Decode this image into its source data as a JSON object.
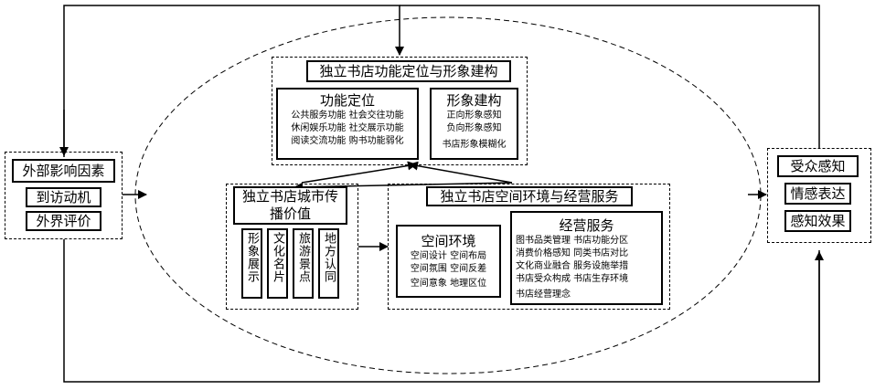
{
  "top": {
    "title": "独立书店功能定位与形象建构",
    "function_positioning": {
      "title": "功能定位",
      "lines": [
        "公共服务功能  社会交往功能",
        "休闲娱乐功能  社交展示功能",
        "阅读交流功能  购书功能弱化"
      ]
    },
    "image_construction": {
      "title": "形象建构",
      "lines": [
        "正向形象感知",
        "负向形象感知"
      ],
      "last_line": "书店形象模糊化"
    }
  },
  "city_value": {
    "title": "独立书店城市传播价值",
    "items": [
      "形象展示",
      "文化名片",
      "旅游景点",
      "地方认同"
    ]
  },
  "space_service": {
    "title": "独立书店空间环境与经营服务",
    "space": {
      "title": "空间环境",
      "lines": [
        "空间设计  空间布局",
        "空间氛围  空间反差",
        "空间意象  地理区位"
      ]
    },
    "service": {
      "title": "经营服务",
      "lines": [
        "图书品类管理  书店功能分区",
        "消费价格感知  同类书店对比",
        "文化商业融合  服务设施举措",
        "书店受众构成  书店生存环境",
        "书店经营理念"
      ]
    }
  },
  "external": {
    "title": "外部影响因素",
    "items": [
      "到访动机",
      "外界评价"
    ]
  },
  "audience": {
    "title": "受众感知",
    "items": [
      "情感表达",
      "感知效果"
    ]
  }
}
